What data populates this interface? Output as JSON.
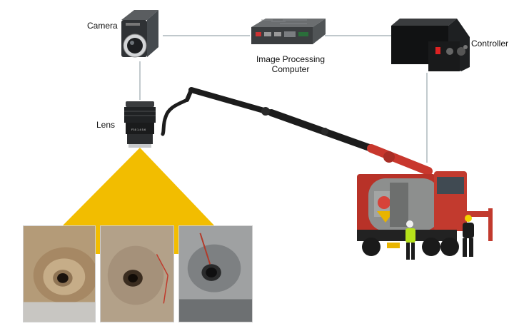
{
  "labels": {
    "camera": "Camera",
    "lens": "Lens",
    "computer_line1": "Image Processing",
    "computer_line2": "Computer",
    "controller": "Controller"
  },
  "colors": {
    "view_cone": "#f2bd00",
    "connector": "#9aa7ae",
    "boom_red": "#c8372d",
    "boom_black": "#1c1c1c",
    "truck_red": "#b83228",
    "tank_gray": "#8d8f8e",
    "vest_green": "#b6e21a"
  },
  "icons": [
    "camera-icon",
    "lens-icon",
    "computer-icon",
    "controller-icon",
    "truck-icon",
    "worker-icon"
  ]
}
